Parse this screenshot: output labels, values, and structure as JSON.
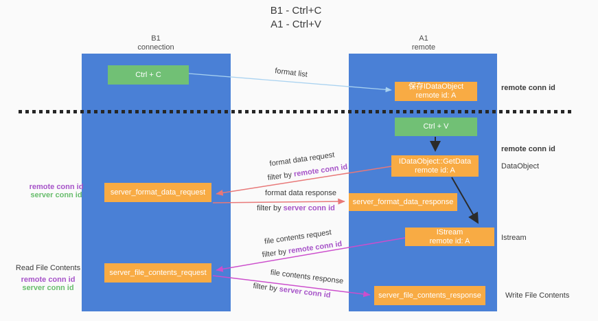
{
  "title": {
    "line1": "B1 - Ctrl+C",
    "line2": "A1 - Ctrl+V"
  },
  "lanes": {
    "left": {
      "name": "B1",
      "sub": "connection"
    },
    "right": {
      "name": "A1",
      "sub": "remote"
    }
  },
  "boxes": {
    "ctrl_c": {
      "label": "Ctrl + C"
    },
    "ctrl_v": {
      "label": "Ctrl + V"
    },
    "save_idataobject": {
      "line1": "保存IDataObject",
      "line2": "remote id: A"
    },
    "idataobject_getdata": {
      "line1": "IDataObject::GetData",
      "line2": "remote id: A"
    },
    "istream": {
      "line1": "IStream",
      "line2": "remote id: A"
    },
    "server_format_data_request": {
      "label": "server_format_data_request"
    },
    "server_format_data_response": {
      "label": "server_format_data_response"
    },
    "server_file_contents_request": {
      "label": "server_file_contents_request"
    },
    "server_file_contents_response": {
      "label": "server_file_contents_response"
    }
  },
  "flow_labels": {
    "format_list": "format list",
    "format_data_request": "format data request",
    "format_data_response": "format data response",
    "file_contents_request": "file contents request",
    "file_contents_response": "file contents response",
    "filter_by": "filter by",
    "remote_conn_id": "remote conn id",
    "server_conn_id": "server conn id"
  },
  "side_labels": {
    "remote_conn_id": "remote conn id",
    "server_conn_id": "server conn id",
    "dataobject": "DataObject",
    "istream": "Istream",
    "read_file_contents": "Read File Contents",
    "write_file_contents": "Write File Contents"
  },
  "colors": {
    "lane_blue": "#4a80d6",
    "box_green": "#71c075",
    "box_orange": "#f8ab44",
    "label_purple": "#a653c8",
    "label_green": "#68bd6c",
    "arrow_red": "#e87878",
    "arrow_magenta": "#cc4ecc",
    "arrow_light_blue": "#a9d2f0",
    "arrow_black": "#2b2b2b",
    "background": "#fafafa"
  }
}
